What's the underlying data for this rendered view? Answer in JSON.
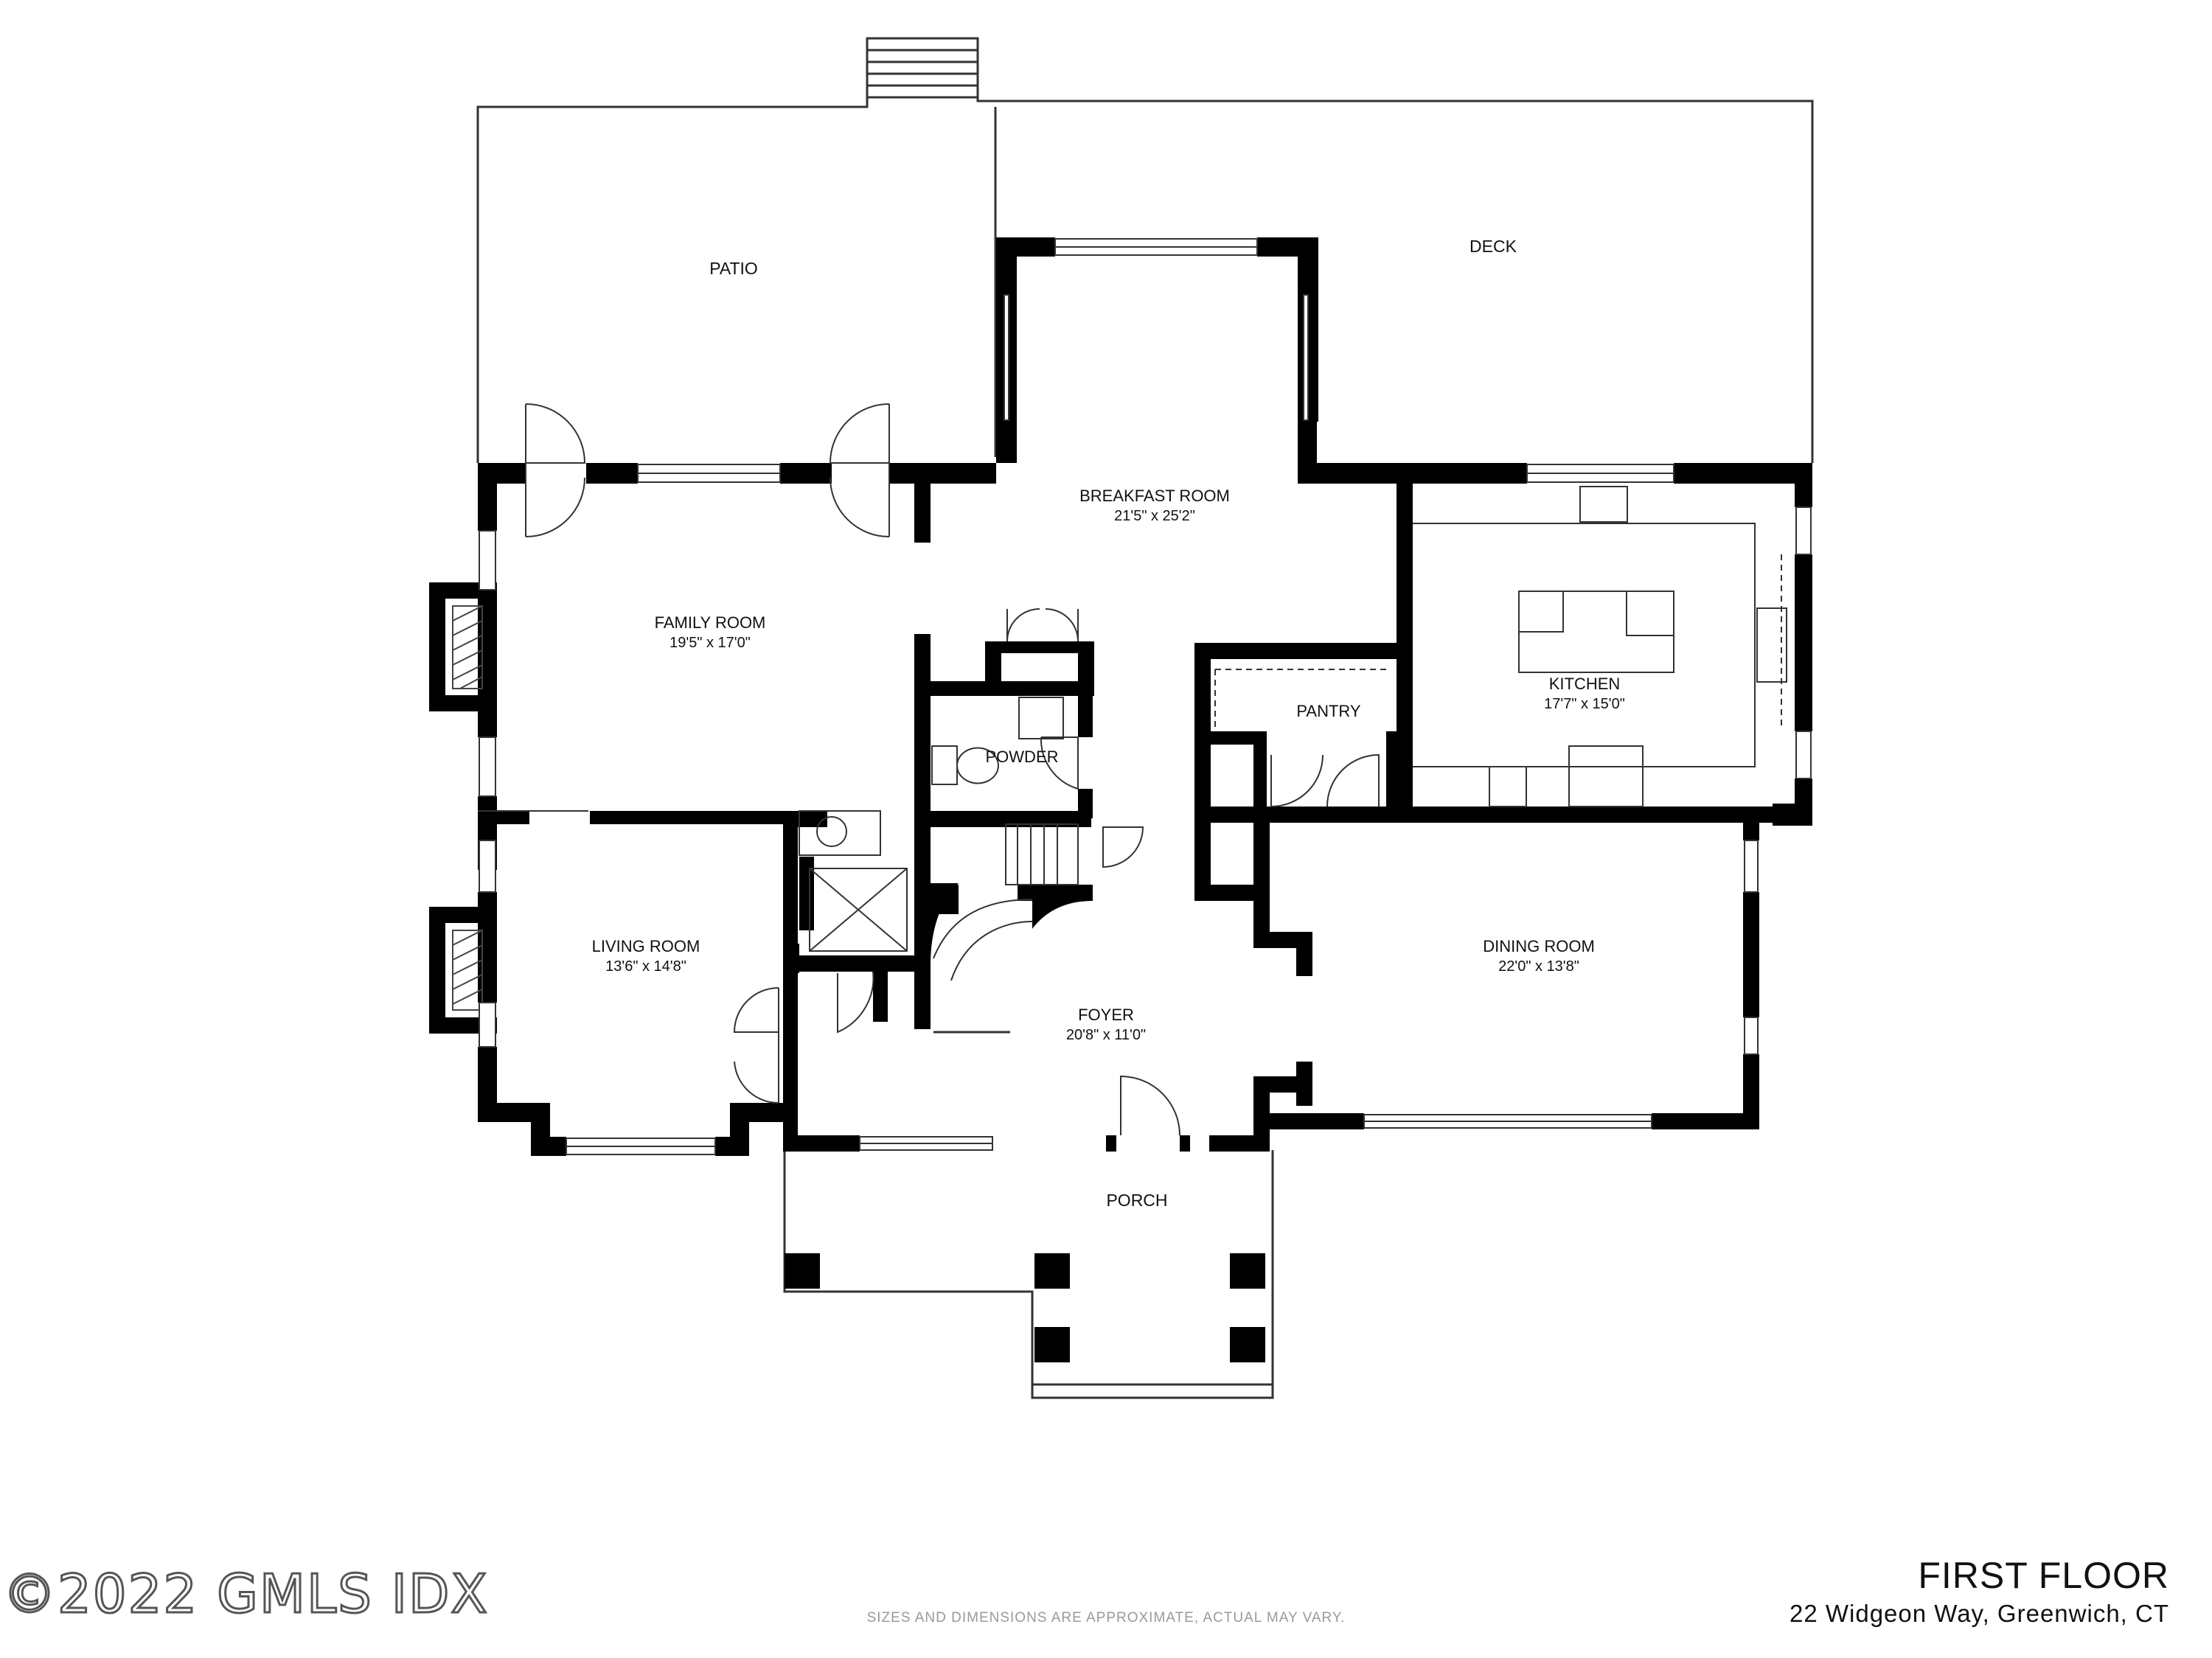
{
  "floor_title": "FIRST FLOOR",
  "address": "22 Widgeon Way, Greenwich, CT",
  "disclaimer": "SIZES AND DIMENSIONS ARE APPROXIMATE, ACTUAL MAY VARY.",
  "watermark": "©2022 GMLS IDX",
  "rooms": {
    "patio": {
      "name": "PATIO"
    },
    "deck": {
      "name": "DECK"
    },
    "breakfast": {
      "name": "BREAKFAST ROOM",
      "dims": "21'5\" x 25'2\""
    },
    "family": {
      "name": "FAMILY ROOM",
      "dims": "19'5\" x 17'0\""
    },
    "kitchen": {
      "name": "KITCHEN",
      "dims": "17'7\" x 15'0\""
    },
    "pantry": {
      "name": "PANTRY"
    },
    "powder": {
      "name": "POWDER"
    },
    "living": {
      "name": "LIVING ROOM",
      "dims": "13'6\" x 14'8\""
    },
    "foyer": {
      "name": "FOYER",
      "dims": "20'8\" x 11'0\""
    },
    "dining": {
      "name": "DINING ROOM",
      "dims": "22'0\" x 13'8\""
    },
    "porch": {
      "name": "PORCH"
    }
  },
  "colors": {
    "wall": "#000000",
    "line": "#333333",
    "background": "#ffffff"
  }
}
